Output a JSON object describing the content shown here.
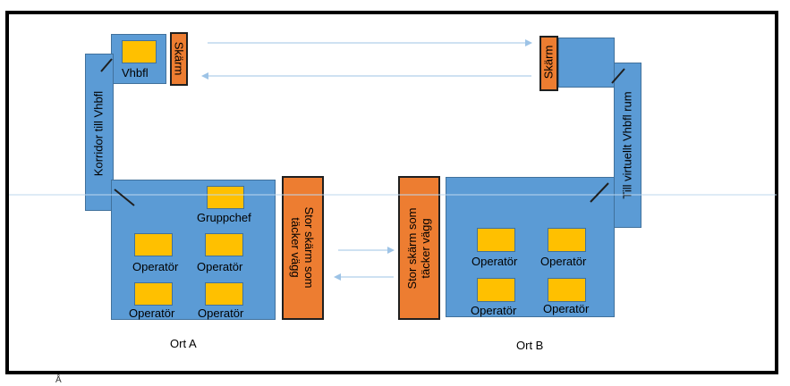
{
  "site_a": {
    "label": "Ort A",
    "corridor_label": "Korridor till Vhbfl",
    "room_label": "Vhbfl",
    "room_screen_label": "Skärm",
    "group_chief_label": "Gruppchef",
    "operators": [
      "Operatör",
      "Operatör",
      "Operatör",
      "Operatör"
    ],
    "wall_screen_label": "Stor skärm som täcker vägg"
  },
  "site_b": {
    "label": "Ort B",
    "corridor_label": "Till virtuellt Vhbfl rum",
    "room_screen_label": "Skärm",
    "operators": [
      "Operatör",
      "Operatör",
      "Operatör",
      "Operatör"
    ],
    "wall_screen_label": "Stor skärm som täcker vägg"
  },
  "bottom_glyph": "Å",
  "colors": {
    "room_fill": "#5b9bd5",
    "room_border": "#41719c",
    "desk_fill": "#ffc000",
    "screen_fill": "#ed7d31",
    "arrow": "#9dc3e6",
    "frame": "#000000"
  }
}
